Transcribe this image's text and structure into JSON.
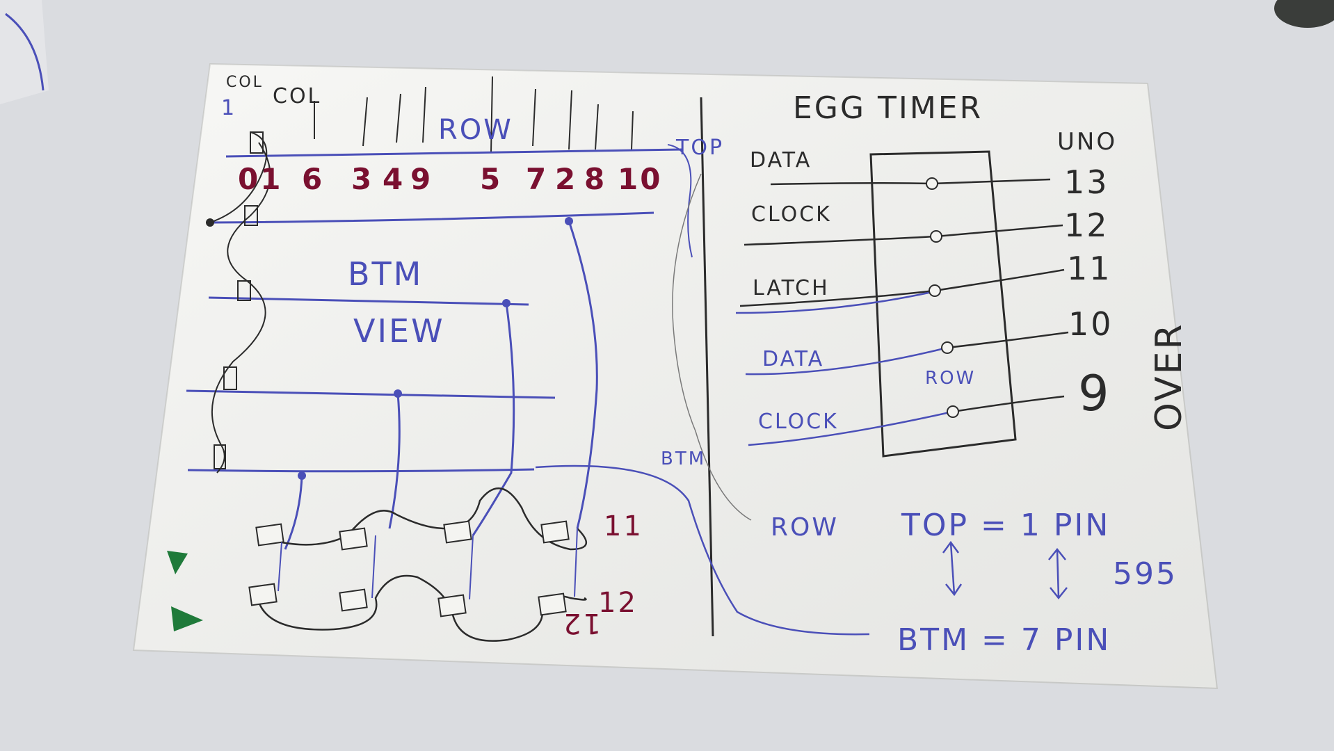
{
  "card": {
    "title": "EGG TIMER",
    "col_labels": [
      "1",
      "COL",
      "COL"
    ],
    "row_header": "ROW",
    "top_label": "TOP",
    "btm_label": "BTM",
    "btm_view": [
      "BTM",
      "VIEW"
    ],
    "pin_numbers": [
      "01",
      "6",
      "3",
      "4",
      "9",
      "5",
      "7",
      "2",
      "8",
      "10"
    ],
    "connector_labels": [
      "11",
      "12",
      "12"
    ],
    "uno_header": "UNO",
    "signals": [
      {
        "name": "DATA",
        "pin": "13"
      },
      {
        "name": "CLOCK",
        "pin": "12"
      },
      {
        "name": "LATCH",
        "pin": "11"
      },
      {
        "name": "DATA",
        "pin": "10"
      },
      {
        "name": "CLOCK",
        "pin": "9"
      }
    ],
    "box_label": "ROW",
    "over": "OVER",
    "legend": {
      "row": "ROW",
      "top_eq": "TOP = 1 PIN",
      "chip": "595",
      "btm_eq": "BTM = 7 PIN"
    }
  },
  "colors": {
    "ink_blue": "#4a4fb8",
    "ink_black": "#2b2b2b",
    "ink_red": "#7a1030",
    "ink_green": "#1f7a3a",
    "paper": "#f4f4f1",
    "desk": "#d6d8dc"
  }
}
